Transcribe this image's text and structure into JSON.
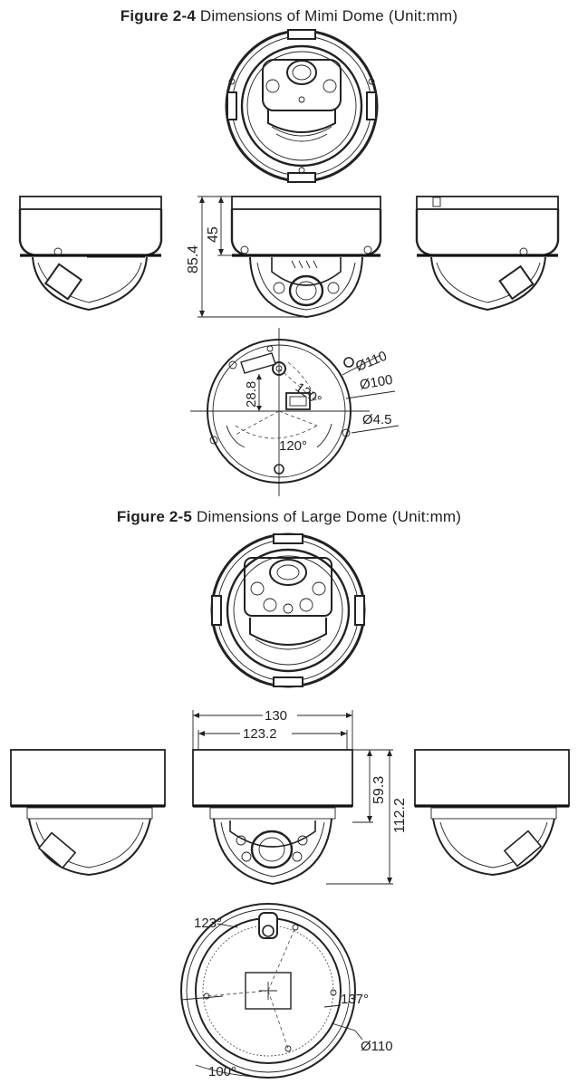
{
  "figure_a": {
    "label": "Figure 2-4",
    "title": "Dimensions of Mimi Dome",
    "unit": "(Unit:mm)",
    "dims": {
      "height_total": "85.4",
      "height_base": "45",
      "dia_outer": "Ø110",
      "dia_inner": "Ø100",
      "hole": "Ø4.5",
      "offset": "28.8",
      "angle_1": "120°",
      "angle_2": "120°"
    }
  },
  "figure_b": {
    "label": "Figure 2-5",
    "title": "Dimensions of Large Dome",
    "unit": "(Unit:mm)",
    "dims": {
      "width_outer": "130",
      "width_inner": "123.2",
      "height_base": "59.3",
      "height_total": "112.2",
      "angle_1": "123°",
      "angle_2": "137°",
      "angle_3": "100°",
      "dia": "Ø110"
    }
  }
}
